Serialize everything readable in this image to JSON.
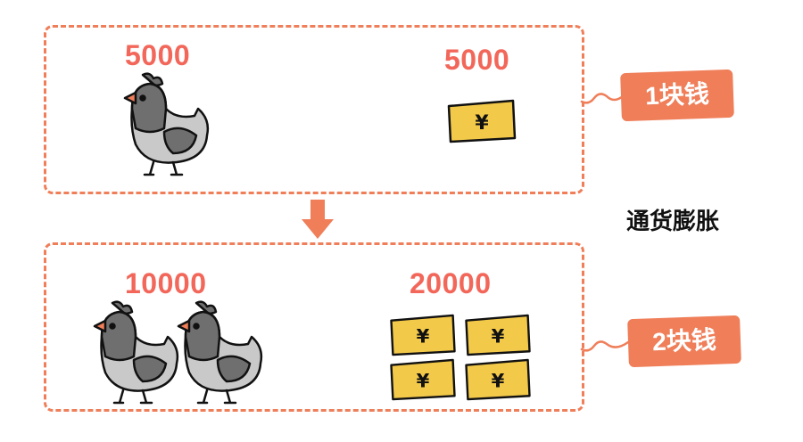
{
  "top": {
    "chicken_count": "5000",
    "money_amount": "5000",
    "price_tag": "1块钱"
  },
  "bottom": {
    "chicken_count": "10000",
    "money_amount": "20000",
    "price_tag": "2块钱"
  },
  "inflation_label": "通货膨胀",
  "banknote_symbol": "¥",
  "colors": {
    "accent": "#EF7E59",
    "number": "#F2675A",
    "banknote": "#F3C94A",
    "chicken_body": "#6F6F6F",
    "chicken_belly": "#C9C9C9"
  }
}
